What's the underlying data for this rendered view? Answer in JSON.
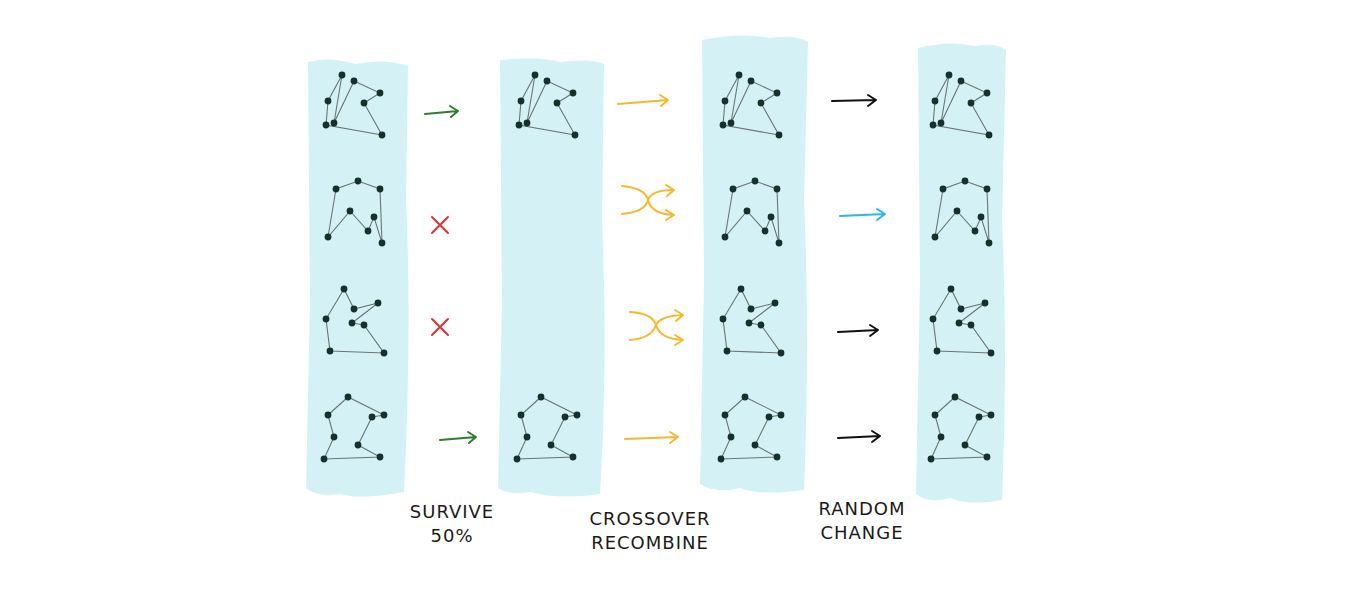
{
  "diagram": {
    "labels": [
      "SURVIVE 50%",
      "CROSSOVER RECOMBINE",
      "RANDOM CHANGE"
    ]
  }
}
